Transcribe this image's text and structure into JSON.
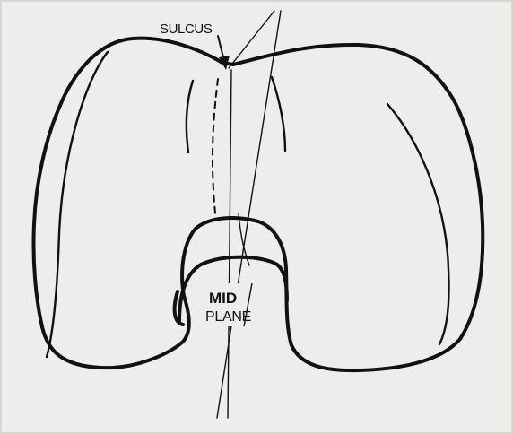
{
  "figure": {
    "labels": {
      "sulcus": "SULCUS",
      "mid": "MID",
      "plane": "PLANE"
    },
    "colors": {
      "background": "#ededeb",
      "ink": "#111111"
    }
  }
}
